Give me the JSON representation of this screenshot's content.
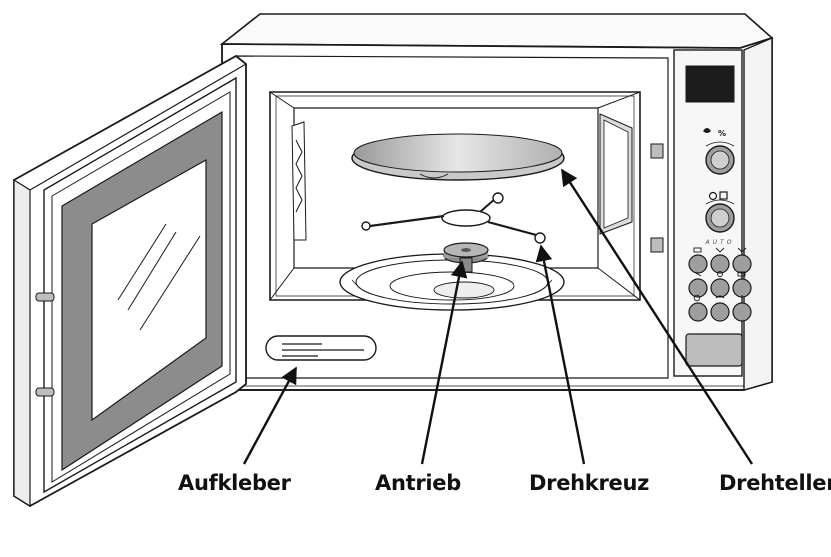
{
  "labels": {
    "aufkleber": "Aufkleber",
    "antrieb": "Antrieb",
    "drehkreuz": "Drehkreuz",
    "drehteller": "Drehteller"
  },
  "control_panel": {
    "auto_text": "AUTO"
  },
  "colors": {
    "line": "#1a1a1a",
    "door_window": "#8c8c8c",
    "panel_face": "#f2f2f2"
  }
}
